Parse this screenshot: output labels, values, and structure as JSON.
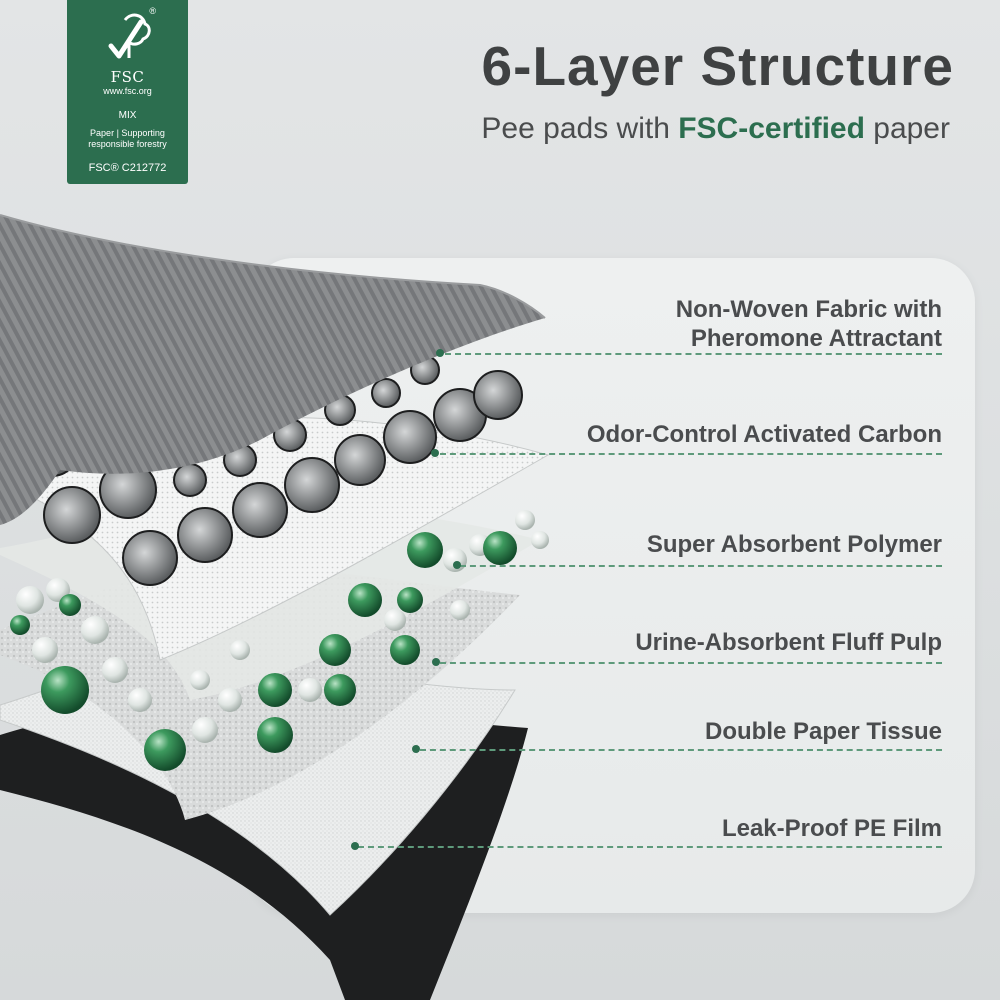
{
  "badge": {
    "brand": "FSC",
    "url": "www.fsc.org",
    "label": "MIX",
    "claim_line1": "Paper | Supporting",
    "claim_line2": "responsible forestry",
    "code": "FSC® C212772",
    "registered": "®"
  },
  "header": {
    "title": "6-Layer Structure",
    "subtitle_before": "Pee pads with ",
    "subtitle_highlight": "FSC-certified",
    "subtitle_after": " paper"
  },
  "layers": [
    {
      "line1": "Non-Woven Fabric with",
      "line2": "Pheromone Attractant"
    },
    {
      "line1": "Odor-Control Activated Carbon"
    },
    {
      "line1": "Super Absorbent Polymer"
    },
    {
      "line1": "Urine-Absorbent Fluff Pulp"
    },
    {
      "line1": "Double Paper Tissue"
    },
    {
      "line1": "Leak-Proof PE Film"
    }
  ],
  "colors": {
    "brand_green": "#2c6e4f",
    "title_gray": "#3f4142",
    "leader_green": "#5e9a7b"
  }
}
